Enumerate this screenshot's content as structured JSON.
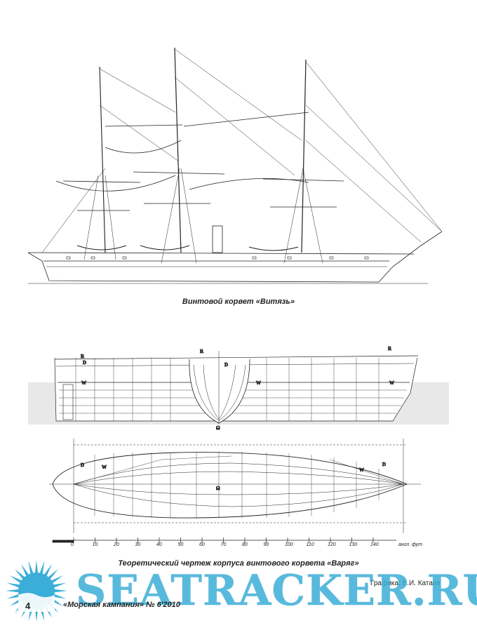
{
  "captions": {
    "top": "Винтовой корвет «Витязь»",
    "bottom": "Теоретический чертеж корпуса винтового корвета «Варяг»"
  },
  "credit": "Графика: В.И. Катаев",
  "watermark": "SEATRACKER.RU",
  "footer": {
    "page_number": "4",
    "magazine": "«Морская кампания» № 6'2010"
  },
  "scale": {
    "ticks": [
      "0",
      "10",
      "20",
      "30",
      "40",
      "50",
      "60",
      "70",
      "80",
      "90",
      "100",
      "110",
      "120",
      "130",
      "140"
    ],
    "unit": "англ. фут"
  },
  "lines_labels": {
    "R": "R",
    "D": "D",
    "W": "W",
    "omega": "Ω"
  },
  "colors": {
    "ink": "#222222",
    "watermark": "#3aaed8",
    "water": "#e8e8e8"
  }
}
